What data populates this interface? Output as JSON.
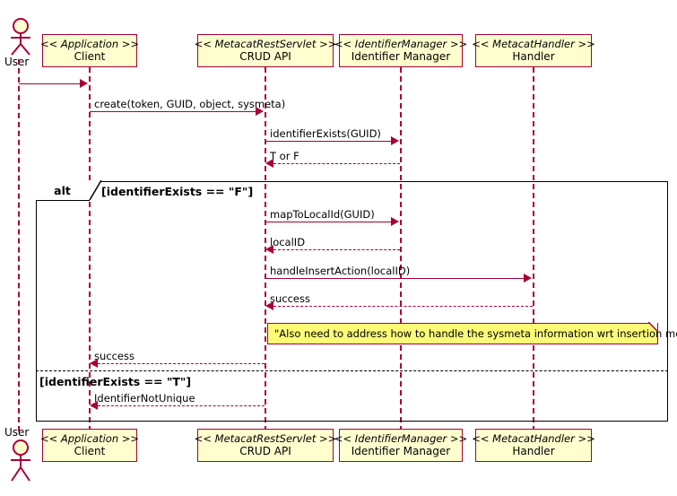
{
  "diagram": {
    "type": "uml-sequence-diagram",
    "title": "",
    "colors": {
      "participant_fill": "#FEFECE",
      "participant_border": "#A80036",
      "lifeline": "#A80036",
      "arrow": "#A80036",
      "note_fill": "#FBFB77",
      "note_border": "#A80036",
      "frame_border": "#000000"
    }
  },
  "actors": [
    {
      "name": "user",
      "label": "User"
    }
  ],
  "participants": [
    {
      "id": "client",
      "stereotype": "<< Application >>",
      "name": "Client"
    },
    {
      "id": "crud",
      "stereotype": "<< MetacatRestServlet >>",
      "name": "CRUD API"
    },
    {
      "id": "idmgr",
      "stereotype": "<< IdentifierManager >>",
      "name": "Identifier Manager"
    },
    {
      "id": "handler",
      "stereotype": "<< MetacatHandler >>",
      "name": "Handler"
    }
  ],
  "messages": [
    {
      "id": "m0",
      "label": "",
      "from": "user",
      "to": "client",
      "style": "solid"
    },
    {
      "id": "m1",
      "label": "create(token, GUID, object, sysmeta)",
      "from": "client",
      "to": "crud",
      "style": "solid"
    },
    {
      "id": "m2",
      "label": "identifierExists(GUID)",
      "from": "crud",
      "to": "idmgr",
      "style": "solid"
    },
    {
      "id": "m3",
      "label": "T or F",
      "from": "idmgr",
      "to": "crud",
      "style": "dotted"
    },
    {
      "id": "m4",
      "label": "mapToLocalId(GUID)",
      "from": "crud",
      "to": "idmgr",
      "style": "solid"
    },
    {
      "id": "m5",
      "label": "localID",
      "from": "idmgr",
      "to": "crud",
      "style": "dotted"
    },
    {
      "id": "m6",
      "label": "handleInsertAction(localID)",
      "from": "crud",
      "to": "handler",
      "style": "solid"
    },
    {
      "id": "m7",
      "label": "success",
      "from": "handler",
      "to": "crud",
      "style": "dotted"
    },
    {
      "id": "m8",
      "label": "success",
      "from": "crud",
      "to": "client",
      "style": "dotted"
    },
    {
      "id": "m9",
      "label": "IdentifierNotUnique",
      "from": "crud",
      "to": "client",
      "style": "dotted"
    }
  ],
  "fragment": {
    "operator": "alt",
    "branches": [
      {
        "guard": "[identifierExists == \"F\"]"
      },
      {
        "guard": "[identifierExists == \"T\"]"
      }
    ]
  },
  "notes": [
    {
      "id": "n1",
      "text": "\"Also need to address how to handle the sysmeta information wrt insertion methods\""
    }
  ]
}
